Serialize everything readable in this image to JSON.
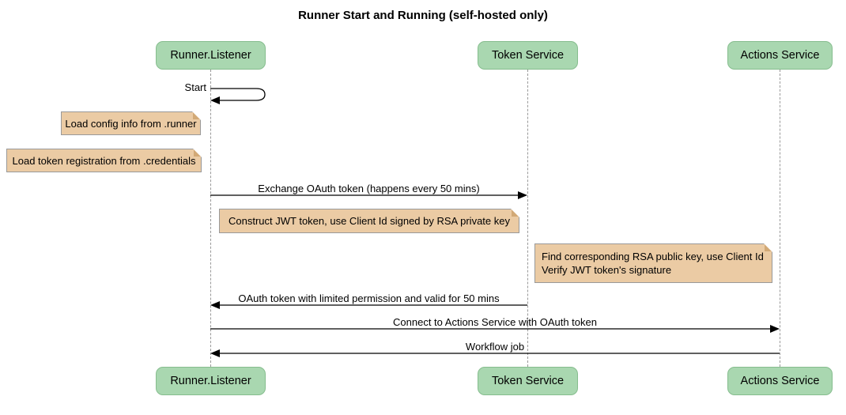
{
  "title": "Runner Start and Running (self-hosted only)",
  "actors": [
    {
      "name": "Runner.Listener"
    },
    {
      "name": "Token Service"
    },
    {
      "name": "Actions Service"
    }
  ],
  "messages": [
    {
      "label": "Start",
      "type": "self",
      "from": "Runner.Listener",
      "to": "Runner.Listener"
    },
    {
      "label": "Exchange OAuth token (happens every 50 mins)",
      "type": "solid-arrow",
      "from": "Runner.Listener",
      "to": "Token Service"
    },
    {
      "label": "OAuth token with limited permission and valid for 50 mins",
      "type": "solid-arrow",
      "from": "Token Service",
      "to": "Runner.Listener"
    },
    {
      "label": "Connect to Actions Service with OAuth token",
      "type": "solid-arrow",
      "from": "Runner.Listener",
      "to": "Actions Service"
    },
    {
      "label": "Workflow job",
      "type": "solid-arrow",
      "from": "Actions Service",
      "to": "Runner.Listener"
    }
  ],
  "notes": [
    {
      "text": "Load config info from .runner",
      "position": "left of Runner.Listener"
    },
    {
      "text": "Load token registration from .credentials",
      "position": "left of Runner.Listener"
    },
    {
      "text": "Construct JWT token, use Client Id signed by RSA private key",
      "position": "between Runner.Listener and Token Service"
    },
    {
      "text": "Find corresponding RSA public key, use Client Id\nVerify JWT token's signature",
      "position": "left of Actions Service"
    }
  ],
  "colors": {
    "actor_fill": "#A9D7B0",
    "actor_border": "#86BD8E",
    "note_fill": "#EBCBA4",
    "note_border": "#999999",
    "lifeline": "#999999",
    "line": "#000000",
    "background": "#FFFFFF"
  }
}
